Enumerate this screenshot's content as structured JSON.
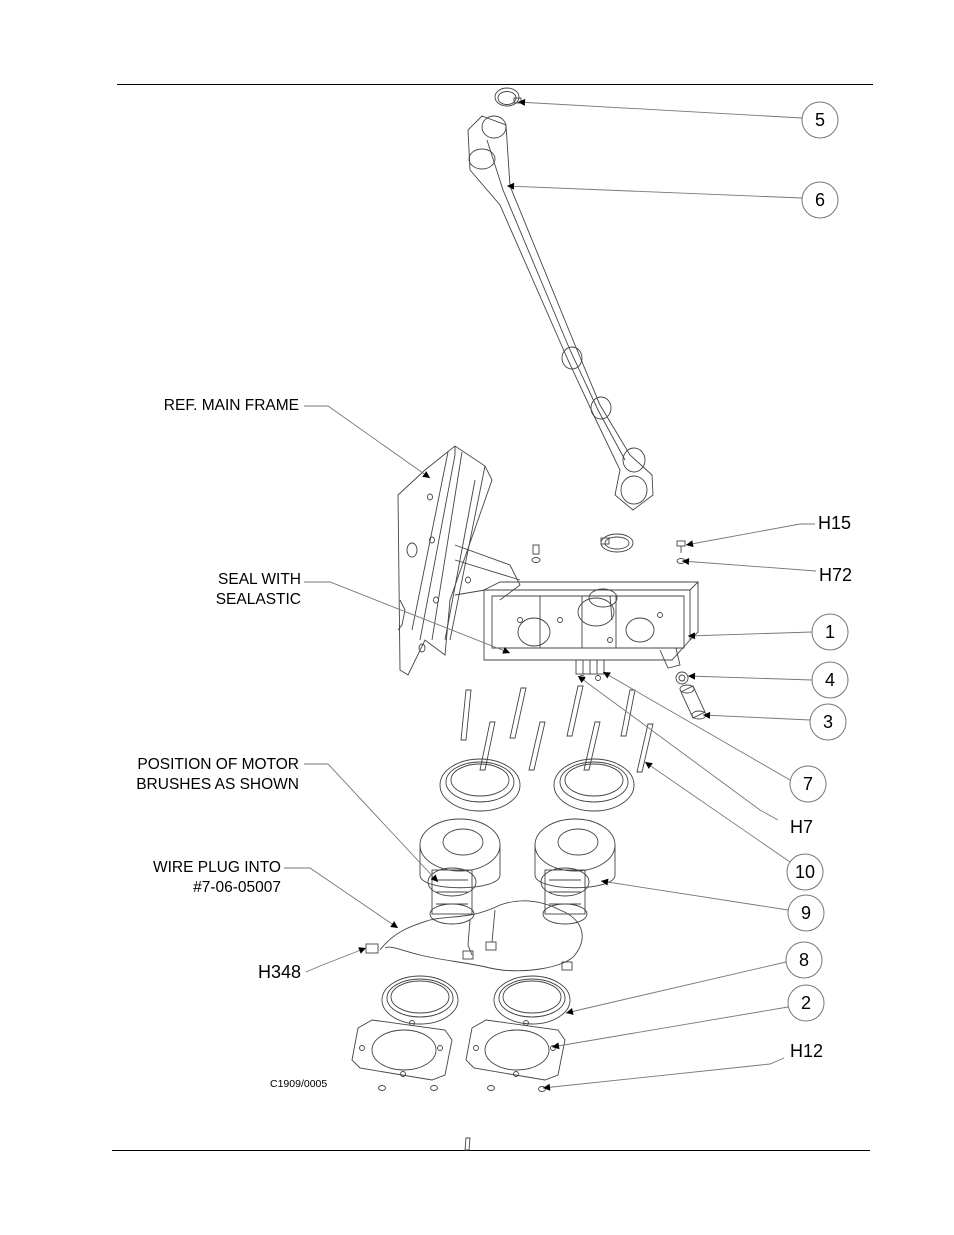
{
  "drawing_code": "C1909/0005",
  "labels": {
    "ref_main_frame": "REF. MAIN FRAME",
    "seal_line1": "SEAL WITH",
    "seal_line2": "SEALASTIC",
    "motor_line1": "POSITION OF MOTOR",
    "motor_line2": "BRUSHES AS SHOWN",
    "wire_line1": "WIRE PLUG INTO",
    "wire_line2": "#7-06-05007"
  },
  "callouts": {
    "c5": "5",
    "c6": "6",
    "h15": "H15",
    "h72": "H72",
    "c1": "1",
    "c4": "4",
    "c3": "3",
    "c7": "7",
    "h7": "H7",
    "c10": "10",
    "c9": "9",
    "c8": "8",
    "c2": "2",
    "h348": "H348",
    "h12": "H12"
  },
  "colors": {
    "line": "#000000",
    "background": "#ffffff",
    "part_stroke": "#444444"
  }
}
